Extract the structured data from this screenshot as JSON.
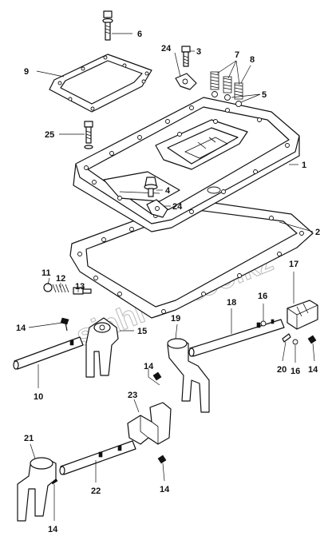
{
  "watermark": "sinhron-too.kz",
  "callouts": [
    {
      "id": "c6",
      "label": "6"
    },
    {
      "id": "c9",
      "label": "9"
    },
    {
      "id": "c24a",
      "label": "24"
    },
    {
      "id": "c3",
      "label": "3"
    },
    {
      "id": "c7",
      "label": "7"
    },
    {
      "id": "c8",
      "label": "8"
    },
    {
      "id": "c5",
      "label": "5"
    },
    {
      "id": "c25",
      "label": "25"
    },
    {
      "id": "c1",
      "label": "1"
    },
    {
      "id": "c4",
      "label": "4"
    },
    {
      "id": "c24b",
      "label": "24"
    },
    {
      "id": "c2",
      "label": "2"
    },
    {
      "id": "c11",
      "label": "11"
    },
    {
      "id": "c12",
      "label": "12"
    },
    {
      "id": "c13",
      "label": "13"
    },
    {
      "id": "c14a",
      "label": "14"
    },
    {
      "id": "c15",
      "label": "15"
    },
    {
      "id": "c19",
      "label": "19"
    },
    {
      "id": "c18",
      "label": "18"
    },
    {
      "id": "c16a",
      "label": "16"
    },
    {
      "id": "c17",
      "label": "17"
    },
    {
      "id": "c14b",
      "label": "14"
    },
    {
      "id": "c10",
      "label": "10"
    },
    {
      "id": "c20",
      "label": "20"
    },
    {
      "id": "c16b",
      "label": "16"
    },
    {
      "id": "c14c",
      "label": "14"
    },
    {
      "id": "c23",
      "label": "23"
    },
    {
      "id": "c21",
      "label": "21"
    },
    {
      "id": "c22",
      "label": "22"
    },
    {
      "id": "c14d",
      "label": "14"
    },
    {
      "id": "c14e",
      "label": "14"
    }
  ]
}
